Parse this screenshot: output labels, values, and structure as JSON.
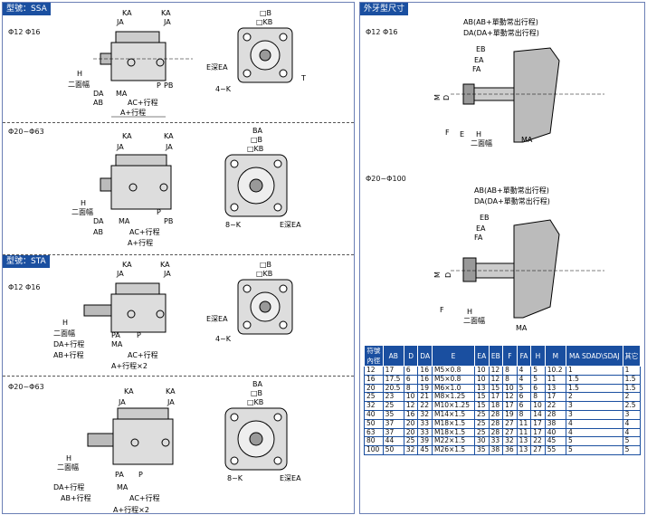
{
  "sections": {
    "ssa_title": "型號：SSA",
    "sta_title": "型號：STA",
    "ext_title": "外牙型尺寸"
  },
  "diameters": {
    "d1": "Φ12 Φ16",
    "d2": "Φ20~Φ63",
    "d3": "Φ12 Φ16",
    "d4": "Φ20~Φ63",
    "r1": "Φ12 Φ16",
    "r2": "Φ20~Φ100"
  },
  "labels": {
    "KA": "KA",
    "JA": "JA",
    "KB": "□KB",
    "B": "□B",
    "BA": "BA",
    "H": "H",
    "TWO_FACE": "二面幅",
    "DA": "DA",
    "MA": "MA",
    "AB": "AB",
    "AC_STROKE": "AC+行程",
    "A_STROKE": "A+行程",
    "P": "P",
    "PB": "PB",
    "E_DEPTH": "E深EA",
    "FOUR_K": "4~K",
    "EIGHT_K": "8~K",
    "DA_STROKE": "DA+行程",
    "AB_STROKE": "AB+行程",
    "A_STROKE2": "A+行程×2",
    "PA": "PA",
    "T": "T",
    "AB_EXT": "AB(AB+單動常出行程)",
    "DA_EXT": "DA(DA+單動常出行程)",
    "EB": "EB",
    "EA": "EA",
    "FA": "FA",
    "F": "F",
    "E": "E",
    "M": "M",
    "D": "D"
  },
  "table": {
    "headers": [
      "符號\n內徑",
      "AB",
      "D",
      "DA",
      "E",
      "EA",
      "EB",
      "F",
      "FA",
      "H",
      "M",
      "MA SDAD\\SDAJ",
      "其它"
    ],
    "rows": [
      [
        "12",
        "17",
        "6",
        "16",
        "M5×0.8",
        "10",
        "12",
        "8",
        "4",
        "5",
        "10.2",
        "1",
        "1"
      ],
      [
        "16",
        "17.5",
        "6",
        "16",
        "M5×0.8",
        "10",
        "12",
        "8",
        "4",
        "5",
        "11",
        "1.5",
        "1.5"
      ],
      [
        "20",
        "20.5",
        "8",
        "19",
        "M6×1.0",
        "13",
        "15",
        "10",
        "5",
        "6",
        "13",
        "1.5",
        "1.5"
      ],
      [
        "25",
        "23",
        "10",
        "21",
        "M8×1.25",
        "15",
        "17",
        "12",
        "6",
        "8",
        "17",
        "2",
        "2"
      ],
      [
        "32",
        "25",
        "12",
        "22",
        "M10×1.25",
        "15",
        "18",
        "17",
        "6",
        "10",
        "22",
        "3",
        "2.5"
      ],
      [
        "40",
        "35",
        "16",
        "32",
        "M14×1.5",
        "25",
        "28",
        "19",
        "8",
        "14",
        "28",
        "3",
        "3"
      ],
      [
        "50",
        "37",
        "20",
        "33",
        "M18×1.5",
        "25",
        "28",
        "27",
        "11",
        "17",
        "38",
        "4",
        "4"
      ],
      [
        "63",
        "37",
        "20",
        "33",
        "M18×1.5",
        "25",
        "28",
        "27",
        "11",
        "17",
        "40",
        "4",
        "4"
      ],
      [
        "80",
        "44",
        "25",
        "39",
        "M22×1.5",
        "30",
        "33",
        "32",
        "13",
        "22",
        "45",
        "5",
        "5"
      ],
      [
        "100",
        "50",
        "32",
        "45",
        "M26×1.5",
        "35",
        "38",
        "36",
        "13",
        "27",
        "55",
        "5",
        "5"
      ]
    ]
  }
}
